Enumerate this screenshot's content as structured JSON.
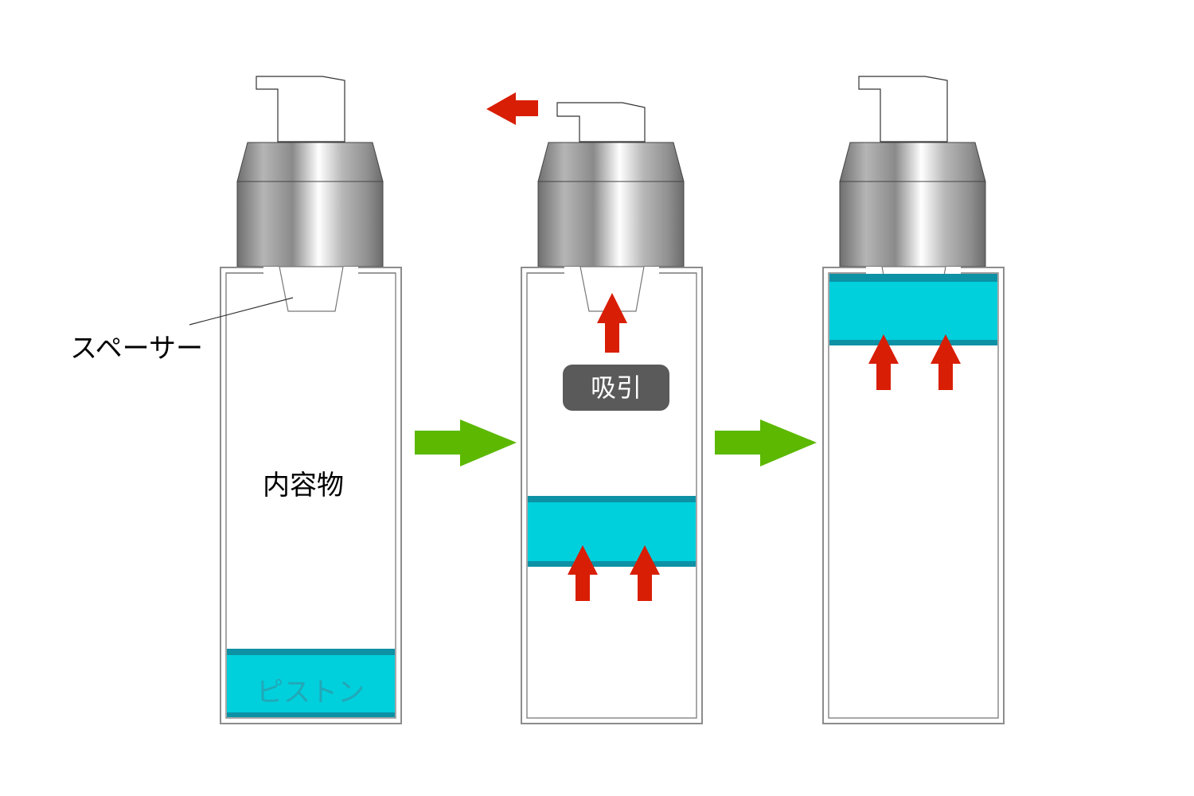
{
  "labels": {
    "spacer": "スペーサー",
    "contents": "内容物",
    "piston": "ピストン",
    "suction": "吸引"
  },
  "colors": {
    "piston_fill": "#00cfdc",
    "piston_edge": "#0d91a5",
    "progress_arrow": "#5cb800",
    "motion_arrow": "#d81e05",
    "suction_badge": "#5a5a5a",
    "bottle_outline": "#8c8c8c"
  },
  "stages": [
    {
      "stage": 1,
      "piston_position": "bottom"
    },
    {
      "stage": 2,
      "piston_position": "middle",
      "flow": "discharge"
    },
    {
      "stage": 3,
      "piston_position": "top"
    }
  ]
}
